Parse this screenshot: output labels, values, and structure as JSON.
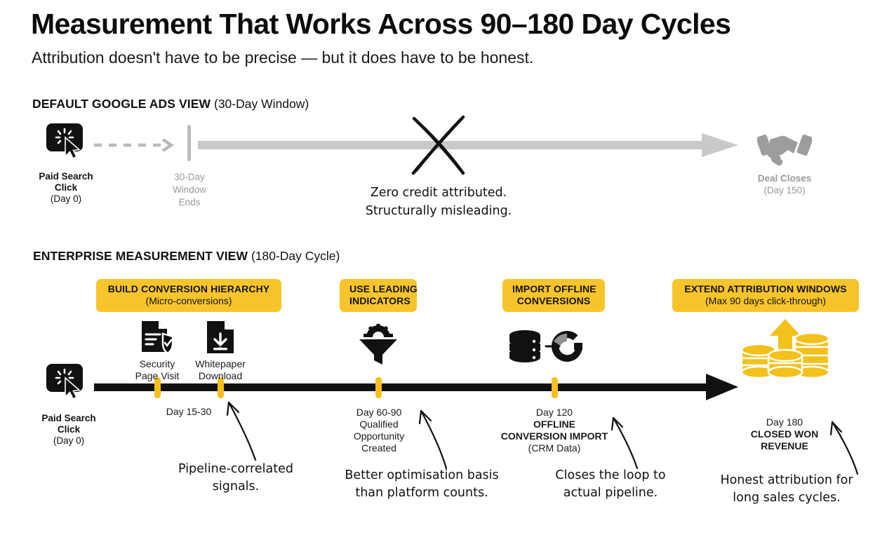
{
  "header": {
    "title": "Measurement That Works Across 90–180 Day Cycles",
    "subtitle": "Attribution doesn't have to be precise — but it does have to be honest."
  },
  "colors": {
    "badge_yellow": "#F7C52B",
    "tick_yellow": "#F5C01F",
    "coin_yellow": "#F3C11C",
    "timeline_black": "#111111",
    "muted_grey": "#9A9A9A",
    "arrow_grey": "#C9C9C9"
  },
  "section_default": {
    "heading_strong": "DEFAULT GOOGLE ADS VIEW",
    "heading_paren": "(30-Day Window)",
    "click": {
      "label_line1": "Paid Search",
      "label_line2": "Click",
      "day": "(Day 0)",
      "icon": "mouse-click-icon"
    },
    "window_end": {
      "line1": "30-Day",
      "line2": "Window",
      "line3": "Ends"
    },
    "x_note_line1": "Zero credit attributed.",
    "x_note_line2": "Structurally misleading.",
    "deal": {
      "label": "Deal Closes",
      "day": "(Day 150)",
      "icon": "handshake-icon"
    }
  },
  "section_enterprise": {
    "heading_strong": "ENTERPRISE MEASUREMENT VIEW",
    "heading_paren": "(180-Day Cycle)",
    "badges": [
      {
        "top": "BUILD CONVERSION HIERARCHY",
        "sub": "(Micro-conversions)"
      },
      {
        "top_line1": "USE LEADING",
        "top_line2": "INDICATORS",
        "sub": ""
      },
      {
        "top_line1": "IMPORT OFFLINE",
        "top_line2": "CONVERSIONS",
        "sub": ""
      },
      {
        "top": "EXTEND ATTRIBUTION WINDOWS",
        "sub": "(Max 90 days click-through)"
      }
    ],
    "click": {
      "label_line1": "Paid Search",
      "label_line2": "Click",
      "day": "(Day 0)",
      "icon": "mouse-click-icon"
    },
    "milestones": [
      {
        "icon": "document-shield-icon",
        "cap_line1": "Security",
        "cap_line2": "Page Visit"
      },
      {
        "icon": "document-download-icon",
        "cap_line1": "Whitepaper",
        "cap_line2": "Download"
      },
      {
        "icon": "funnel-gear-icon",
        "cap_line1": "Day 60-90",
        "cap_line2": "Qualified",
        "cap_line3": "Opportunity",
        "cap_line4": "Created"
      },
      {
        "icon": "database-to-google-icon",
        "cap_line1": "Day 120",
        "cap_line2": "OFFLINE",
        "cap_line3": "CONVERSION IMPORT",
        "cap_line4": "(CRM Data)"
      },
      {
        "icon": "coin-stack-growth-icon",
        "cap_line1": "Day 180",
        "cap_line2": "CLOSED WON",
        "cap_line3": "REVENUE"
      }
    ],
    "day_range_label": "Day 15-30",
    "notes": [
      {
        "line1": "Pipeline-correlated",
        "line2": "signals."
      },
      {
        "line1": "Better optimisation basis",
        "line2": "than platform counts."
      },
      {
        "line1": "Closes the loop to",
        "line2": "actual pipeline."
      },
      {
        "line1": "Honest attribution for",
        "line2": "long sales cycles."
      }
    ]
  }
}
